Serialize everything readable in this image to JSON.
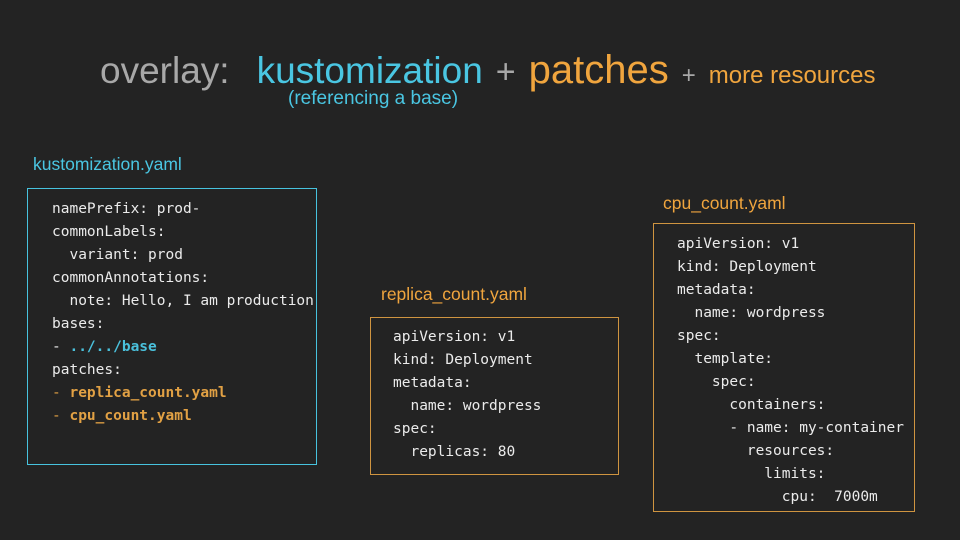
{
  "theme": {
    "background": "#232323",
    "gray_text": "#a8a8a8",
    "cyan_accent": "#4ac6e2",
    "orange_accent": "#f0a53e",
    "code_text": "#ebebeb",
    "code_cyan": "#4ac0db",
    "code_orange": "#e2a144",
    "border_cyan": "#47c3de",
    "border_orange": "#cf9440"
  },
  "title": {
    "overlay": "overlay:",
    "kustomization": "kustomization",
    "plus1": "+",
    "patches": "patches",
    "plus2": "+",
    "more_resources": "more resources",
    "subtitle": "(referencing a base)"
  },
  "boxes": [
    {
      "id": "kustomization",
      "label": "kustomization.yaml",
      "accent": "cyan",
      "lines": [
        [
          {
            "t": "namePrefix: prod-"
          }
        ],
        [
          {
            "t": "commonLabels:"
          }
        ],
        [
          {
            "t": "  variant: prod"
          }
        ],
        [
          {
            "t": "commonAnnotations:"
          }
        ],
        [
          {
            "t": "  note: Hello, I am production!"
          }
        ],
        [
          {
            "t": "bases:"
          }
        ],
        [
          {
            "t": "- "
          },
          {
            "t": "../../base",
            "c": "cyan",
            "b": true
          }
        ],
        [
          {
            "t": "patches:"
          }
        ],
        [
          {
            "t": "- ",
            "c": "orange"
          },
          {
            "t": "replica_count.yaml",
            "c": "orange",
            "b": true
          }
        ],
        [
          {
            "t": "- ",
            "c": "orange"
          },
          {
            "t": "cpu_count.yaml",
            "c": "orange",
            "b": true
          }
        ]
      ]
    },
    {
      "id": "replica",
      "label": "replica_count.yaml",
      "accent": "orange",
      "lines": [
        [
          {
            "t": "apiVersion: v1"
          }
        ],
        [
          {
            "t": "kind: Deployment"
          }
        ],
        [
          {
            "t": "metadata:"
          }
        ],
        [
          {
            "t": "  name: wordpress"
          }
        ],
        [
          {
            "t": "spec:"
          }
        ],
        [
          {
            "t": "  replicas: 80"
          }
        ]
      ]
    },
    {
      "id": "cpu",
      "label": "cpu_count.yaml",
      "accent": "orange",
      "lines": [
        [
          {
            "t": "apiVersion: v1"
          }
        ],
        [
          {
            "t": "kind: Deployment"
          }
        ],
        [
          {
            "t": "metadata:"
          }
        ],
        [
          {
            "t": "  name: wordpress"
          }
        ],
        [
          {
            "t": "spec:"
          }
        ],
        [
          {
            "t": "  template:"
          }
        ],
        [
          {
            "t": "    spec:"
          }
        ],
        [
          {
            "t": "      containers:"
          }
        ],
        [
          {
            "t": "      - name: my-container"
          }
        ],
        [
          {
            "t": "        resources:"
          }
        ],
        [
          {
            "t": "          limits:"
          }
        ],
        [
          {
            "t": "            cpu:  7000m"
          }
        ]
      ]
    }
  ]
}
